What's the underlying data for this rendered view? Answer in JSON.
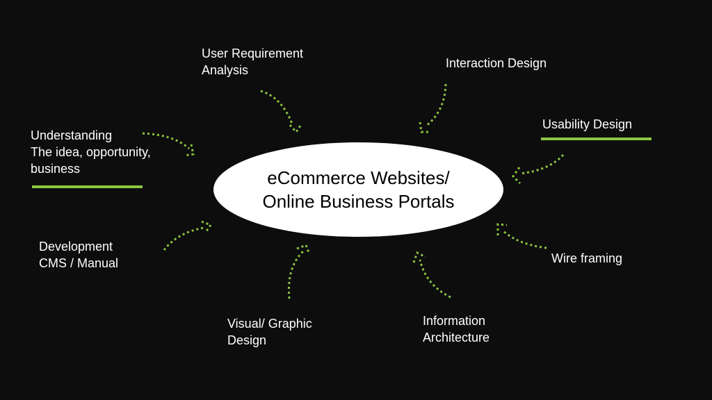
{
  "colors": {
    "background": "#0d0d0d",
    "accent": "#8cc63f",
    "text": "#ffffff",
    "center_fill": "#ffffff",
    "center_text": "#000000"
  },
  "center": {
    "line1": "eCommerce Websites/",
    "line2": "Online Business Portals"
  },
  "nodes": {
    "user_requirement": {
      "line1": "User Requirement",
      "line2": "Analysis"
    },
    "interaction_design": {
      "line1": "Interaction Design"
    },
    "usability_design": {
      "line1": "Usability Design"
    },
    "understanding": {
      "line1": "Understanding",
      "line2": "The idea, opportunity,",
      "line3": "business"
    },
    "development": {
      "line1": "Development",
      "line2": "CMS / Manual"
    },
    "visual_design": {
      "line1": "Visual/ Graphic",
      "line2": "Design"
    },
    "information_architecture": {
      "line1": "Information",
      "line2": "Architecture"
    },
    "wire_framing": {
      "line1": "Wire framing"
    }
  },
  "arrows": [
    {
      "id": "arrow-user-requirement",
      "icon": "dotted-curved-arrow-icon"
    },
    {
      "id": "arrow-interaction-design",
      "icon": "dotted-curved-arrow-icon"
    },
    {
      "id": "arrow-usability-design",
      "icon": "dotted-curved-arrow-icon"
    },
    {
      "id": "arrow-understanding",
      "icon": "dotted-curved-arrow-icon"
    },
    {
      "id": "arrow-development",
      "icon": "dotted-curved-arrow-icon"
    },
    {
      "id": "arrow-visual-design",
      "icon": "dotted-curved-arrow-icon"
    },
    {
      "id": "arrow-information-architecture",
      "icon": "dotted-curved-arrow-icon"
    },
    {
      "id": "arrow-wire-framing",
      "icon": "dotted-curved-arrow-icon"
    }
  ]
}
